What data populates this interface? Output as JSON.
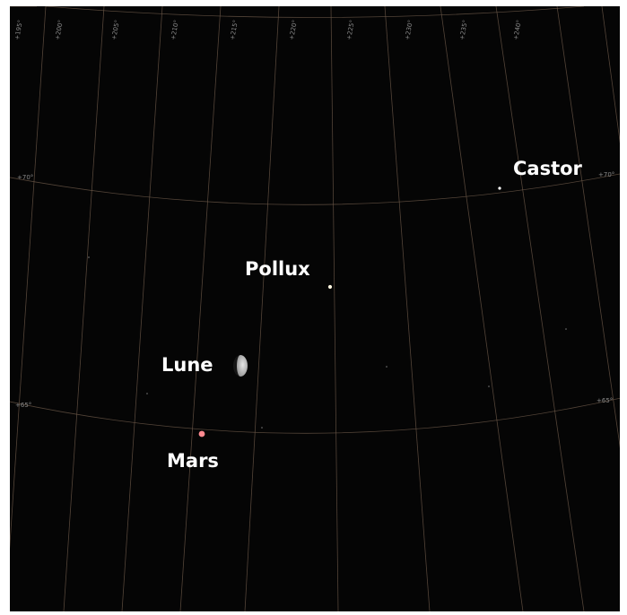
{
  "sky_chart": {
    "grid_color": "#6e5a4a",
    "background_color": "#050505",
    "ra_tick_labels": [
      "+195°",
      "+200°",
      "+205°",
      "+210°",
      "+215°",
      "+220°",
      "+225°",
      "+230°",
      "+235°",
      "+240°"
    ],
    "dec_tick_labels": {
      "upper_left": "+70°",
      "upper_right": "+70°",
      "lower_left": "+65°",
      "lower_right": "+65°"
    },
    "objects": [
      {
        "name": "Castor",
        "kind": "star",
        "color": "#ffffff"
      },
      {
        "name": "Pollux",
        "kind": "star",
        "color": "#fff6e0"
      },
      {
        "name": "Lune",
        "kind": "moon",
        "color": "#d8d8d8"
      },
      {
        "name": "Mars",
        "kind": "planet",
        "color": "#ff8a90"
      }
    ]
  }
}
